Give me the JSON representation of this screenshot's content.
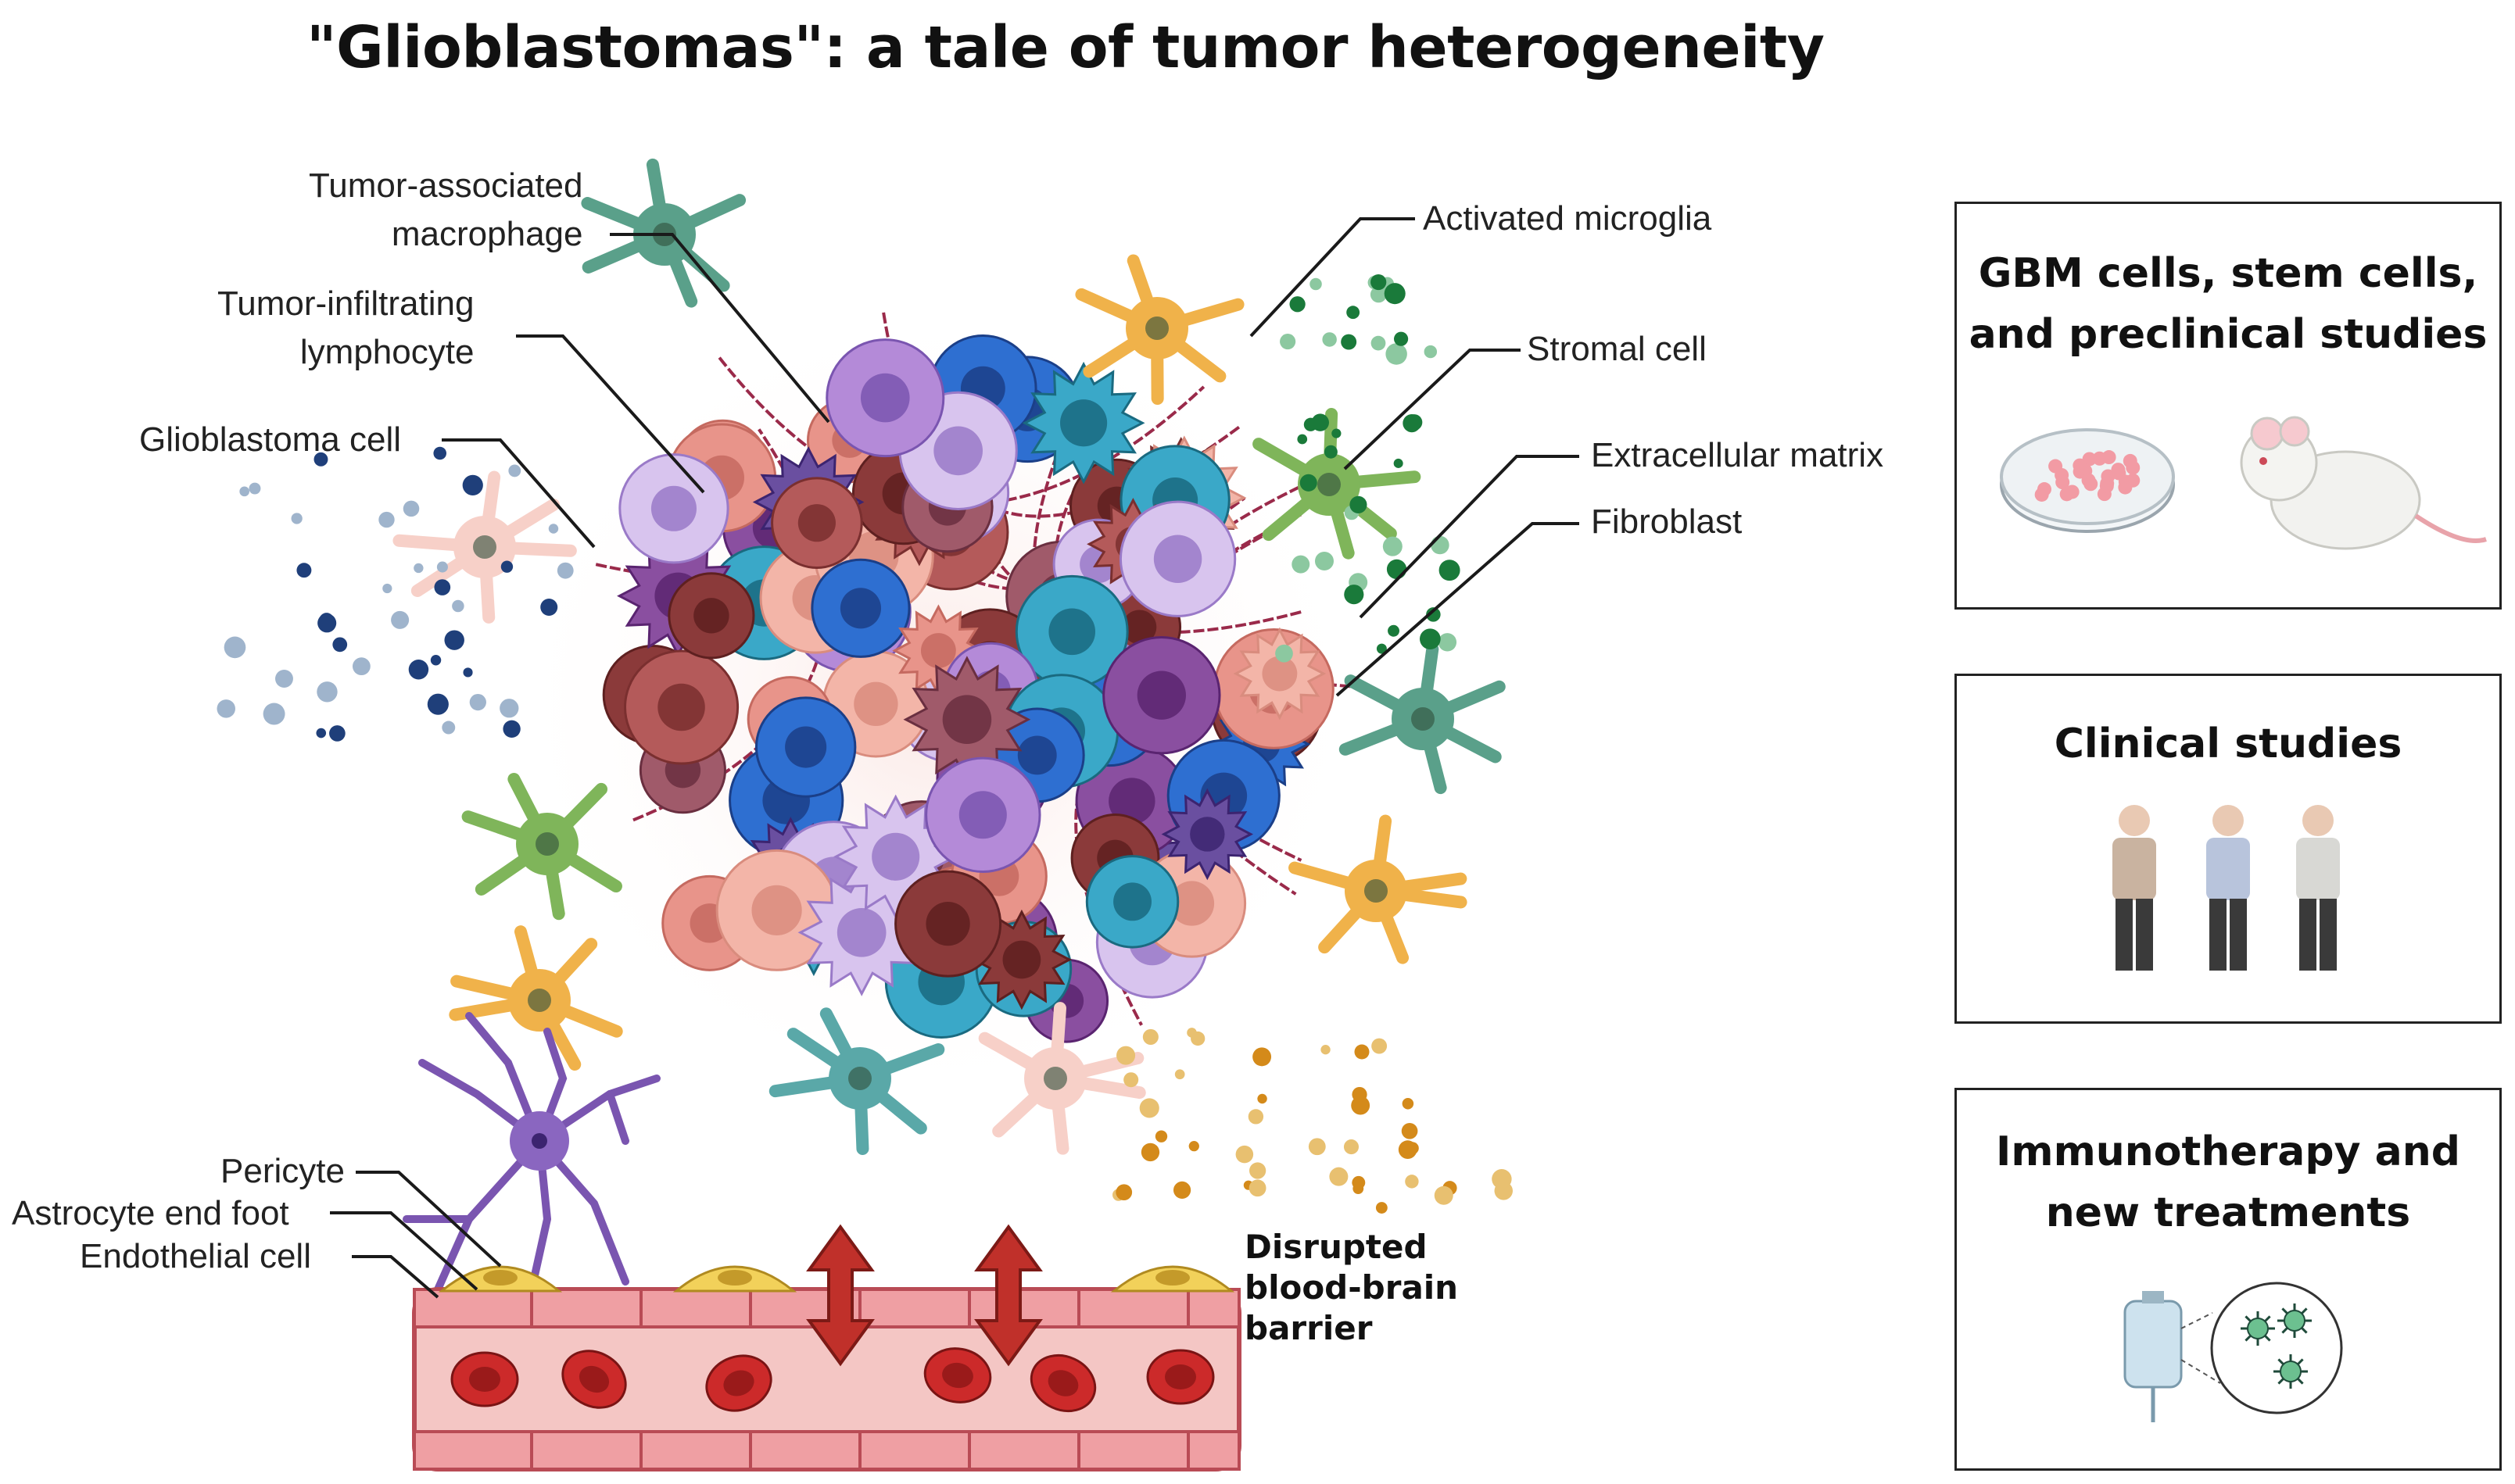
{
  "title": "\"Glioblastomas\": a tale of tumor heterogeneity",
  "labels": {
    "tam": [
      "Tumor-associated",
      "macrophage"
    ],
    "til": [
      "Tumor-infiltrating",
      "lymphocyte"
    ],
    "gbm_cell": "Glioblastoma cell",
    "microglia": "Activated microglia",
    "stromal": "Stromal cell",
    "ecm": "Extracellular matrix",
    "fibroblast": "Fibroblast",
    "pericyte": "Pericyte",
    "astro": "Astrocyte end foot",
    "endo": "Endothelial cell"
  },
  "bbb": [
    "Disrupted",
    "blood-brain",
    "barrier"
  ],
  "panels": [
    {
      "lines": [
        "GBM cells, stem cells,",
        "and preclinical studies"
      ],
      "icons": [
        "petri-dish-icon",
        "mouse-icon"
      ]
    },
    {
      "lines": [
        "Clinical studies"
      ],
      "icons": [
        "person-icon",
        "person-icon",
        "person-icon"
      ]
    },
    {
      "lines": [
        "Immunotherapy and",
        "new treatments"
      ],
      "icons": [
        "iv-bag-icon",
        "immune-cell-icon"
      ]
    }
  ],
  "colors": {
    "gbm_cell": "#8b3a3a",
    "macrophage": "#6a4fa0",
    "lymphocyte": "#2e6fd1",
    "microglia": "#f0b24a",
    "stromal": "#7fb55a",
    "fibroblast": "#d9607a",
    "vessel": "#f4c6c4",
    "rbc": "#cc2a2a",
    "arrow": "#c0302a"
  }
}
